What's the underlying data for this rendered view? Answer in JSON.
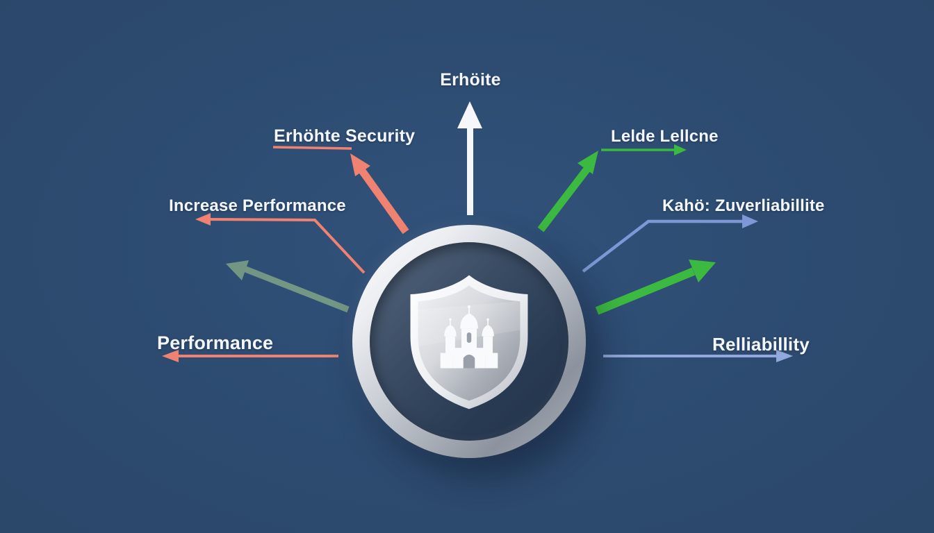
{
  "background_color": "#2d4b70",
  "diagram": {
    "center": {
      "icon": "shield-castle-icon"
    },
    "colors": {
      "white": "#f5f7fa",
      "salmon": "#ef8270",
      "green": "#3cb941",
      "sage": "#7da087",
      "periwinkle_dark": "#7e97d5",
      "periwinkle_light": "#93a9dd",
      "castle_white": "#f8fafc",
      "door_gray": "#9aa0aa"
    },
    "spokes": [
      {
        "position": "top",
        "label": "Erhöite",
        "arrow": "up",
        "color_key": "white"
      },
      {
        "position": "upper-left",
        "label": "Erhöhte Security",
        "arrow": "up-left",
        "color_key": "salmon"
      },
      {
        "position": "left",
        "label": "Increase Performance",
        "arrow": "left",
        "color_key": "salmon"
      },
      {
        "position": "mid-left",
        "label": "",
        "arrow": "up-left",
        "color_key": "sage"
      },
      {
        "position": "lower-left",
        "label": "Performance",
        "arrow": "left",
        "color_key": "salmon"
      },
      {
        "position": "upper-right",
        "label": "Lelde Lellcne",
        "arrow": "up-right",
        "color_key": "green"
      },
      {
        "position": "right",
        "label": "Kahö: Zuverliabillite",
        "arrow": "right",
        "color_key": "periwinkle_dark"
      },
      {
        "position": "mid-right",
        "label": "",
        "arrow": "up-right",
        "color_key": "green"
      },
      {
        "position": "lower-right",
        "label": "Relliabillity",
        "arrow": "right",
        "color_key": "periwinkle_light"
      }
    ]
  }
}
